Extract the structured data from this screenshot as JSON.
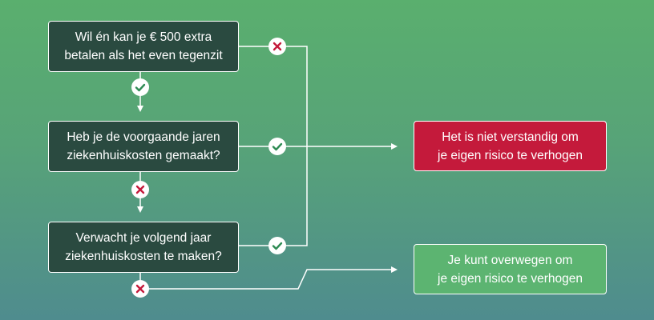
{
  "questions": [
    {
      "text": "Wil én kan je € 500 extra\nbetalen als het even tegenzit"
    },
    {
      "text": "Heb je de voorgaande jaren\nziekenhuiskosten gemaakt?"
    },
    {
      "text": "Verwacht je volgend jaar\nziekenhuiskosten te maken?"
    }
  ],
  "results": [
    {
      "text": "Het is niet verstandig om\nje eigen risico te verhogen",
      "color": "#c41a3b"
    },
    {
      "text": "Je kunt overwegen om\nje eigen risico te verhogen",
      "color": "#5cb471"
    }
  ],
  "colors": {
    "question_box": "#2a4a40",
    "yes_mark": "#2f8b54",
    "no_mark": "#c41a3b",
    "connector": "#ffffff"
  },
  "icons": {
    "yes": "check-icon",
    "no": "cross-icon"
  }
}
